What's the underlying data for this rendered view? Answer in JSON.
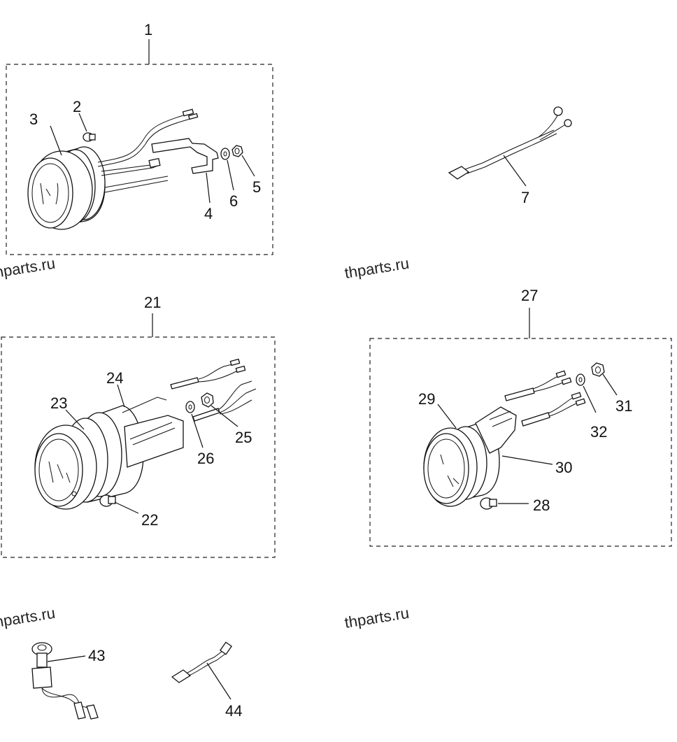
{
  "groups": [
    {
      "id": "1",
      "label": "1",
      "callouts": [
        "2",
        "3",
        "4",
        "5",
        "6"
      ]
    },
    {
      "id": "21",
      "label": "21",
      "callouts": [
        "22",
        "23",
        "24",
        "25",
        "26"
      ]
    },
    {
      "id": "27",
      "label": "27",
      "callouts": [
        "28",
        "29",
        "30",
        "31",
        "32"
      ]
    }
  ],
  "parts": {
    "p1": "1",
    "p2": "2",
    "p3": "3",
    "p4": "4",
    "p5": "5",
    "p6": "6",
    "p7": "7",
    "p21": "21",
    "p22": "22",
    "p23": "23",
    "p24": "24",
    "p25": "25",
    "p26": "26",
    "p27": "27",
    "p28": "28",
    "p29": "29",
    "p30": "30",
    "p31": "31",
    "p32": "32",
    "p43": "43",
    "p44": "44"
  },
  "watermarks": [
    "thparts.ru",
    "thparts.ru",
    "thparts.ru",
    "thparts.ru"
  ]
}
